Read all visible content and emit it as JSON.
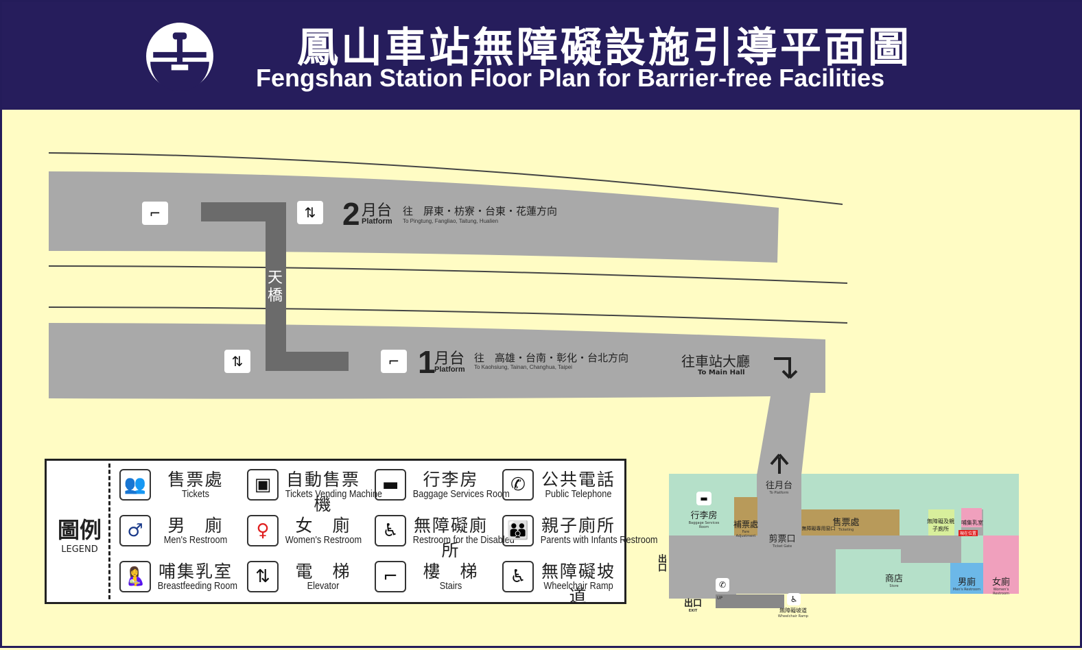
{
  "header": {
    "title_zh": "鳳山車站無障礙設施引導平面圖",
    "title_en": "Fengshan Station Floor Plan for Barrier-free Facilities"
  },
  "colors": {
    "header": "#261d5c",
    "background": "#fffcc4",
    "platform": "#a9a9a9",
    "bridge": "#6b6b6b",
    "hall_green": "#b5e0c9",
    "service_brown": "#b89a5a",
    "men": "#6cb8e8",
    "women": "#f0a0bd"
  },
  "platform2": {
    "num": "2",
    "zh": "月台",
    "en": "Platform",
    "dir_zh": "往　屏東・枋寮・台東・花蓮方向",
    "dir_en": "To Pingtung, Fangliao, Taitung, Hualien"
  },
  "platform1": {
    "num": "1",
    "zh": "月台",
    "en": "Platform",
    "dir_zh": "往　高雄・台南・彰化・台北方向",
    "dir_en": "To Kaohsiung, Tainan, Changhua, Taipei"
  },
  "bridge": {
    "label": "天橋"
  },
  "main_hall": {
    "zh": "往車站大廳",
    "en": "To Main Hall"
  },
  "hall": {
    "to_platform": {
      "zh": "往月台",
      "en": "To Platform"
    },
    "baggage": {
      "zh": "行李房",
      "en": "Baggage Services Room"
    },
    "fare": {
      "zh": "補票處",
      "en": "Fare Adjustment"
    },
    "gate": {
      "zh": "剪票口",
      "en": "Ticket Gate"
    },
    "accessible_window": {
      "zh": "無障礙專用窗口"
    },
    "ticketing": {
      "zh": "售票處",
      "en": "Ticketing"
    },
    "accessible_restroom": {
      "zh": "無障礙及親子廁所"
    },
    "nursing": {
      "zh": "哺集乳室"
    },
    "you_are_here": "現在位置",
    "store": {
      "zh": "商店",
      "en": "Store"
    },
    "men": {
      "zh": "男廁",
      "en": "Men's Restroom"
    },
    "women": {
      "zh": "女廁",
      "en": "Women's Restroom"
    },
    "exit": {
      "zh": "出口",
      "en": "EXIT"
    },
    "ramp": {
      "zh": "無障礙坡道",
      "en": "Wheelchair Ramp"
    },
    "up": "UP"
  },
  "legend": {
    "title_zh": "圖例",
    "title_en": "LEGEND",
    "items": [
      {
        "zh": "售票處",
        "en": "Tickets",
        "icon": "ticket-counter-icon",
        "glyph": "👥"
      },
      {
        "zh": "自動售票機",
        "en": "Tickets Vending Machine",
        "icon": "vending-machine-icon",
        "glyph": "▣"
      },
      {
        "zh": "行李房",
        "en": "Baggage Services Room",
        "icon": "baggage-icon",
        "glyph": "▬"
      },
      {
        "zh": "公共電話",
        "en": "Public Telephone",
        "icon": "telephone-icon",
        "glyph": "✆"
      },
      {
        "zh": "男　廁",
        "en": "Men's Restroom",
        "icon": "man-icon",
        "glyph": "♂"
      },
      {
        "zh": "女　廁",
        "en": "Women's Restroom",
        "icon": "woman-icon",
        "glyph": "♀"
      },
      {
        "zh": "無障礙廁所",
        "en": "Restroom for the Disabled",
        "icon": "wheelchair-icon",
        "glyph": "♿"
      },
      {
        "zh": "親子廁所",
        "en": "Parents with Infants Restroom",
        "icon": "parent-child-icon",
        "glyph": "👪"
      },
      {
        "zh": "哺集乳室",
        "en": "Breastfeeding Room",
        "icon": "breastfeeding-icon",
        "glyph": "🤱"
      },
      {
        "zh": "電　梯",
        "en": "Elevator",
        "icon": "elevator-icon",
        "glyph": "⇅"
      },
      {
        "zh": "樓　梯",
        "en": "Stairs",
        "icon": "stairs-icon",
        "glyph": "⌐"
      },
      {
        "zh": "無障礙坡道",
        "en": "Wheelchair Ramp",
        "icon": "ramp-icon",
        "glyph": "♿"
      }
    ]
  }
}
